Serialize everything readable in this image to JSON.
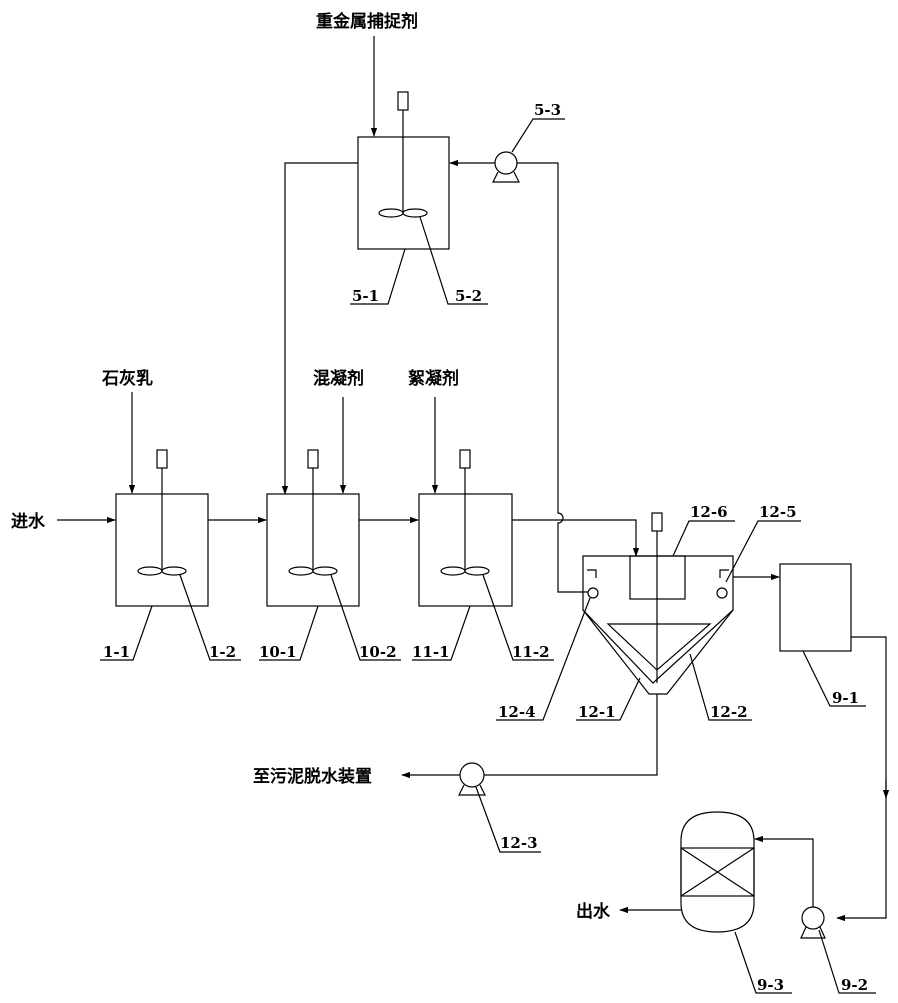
{
  "labels": {
    "heavy_metal_agent": "重金属捕捉剂",
    "lime_milk": "石灰乳",
    "coagulant": "混凝剂",
    "flocculant": "絮凝剂",
    "inlet_water": "进水",
    "to_sludge_dewatering": "至污泥脱水装置",
    "outlet_water": "出水"
  },
  "parts": {
    "p1_1": "1-1",
    "p1_2": "1-2",
    "p10_1": "10-1",
    "p10_2": "10-2",
    "p11_1": "11-1",
    "p11_2": "11-2",
    "p5_1": "5-1",
    "p5_2": "5-2",
    "p5_3": "5-3",
    "p12_1": "12-1",
    "p12_2": "12-2",
    "p12_3": "12-3",
    "p12_4": "12-4",
    "p12_5": "12-5",
    "p12_6": "12-6",
    "p9_1": "9-1",
    "p9_2": "9-2",
    "p9_3": "9-3"
  }
}
